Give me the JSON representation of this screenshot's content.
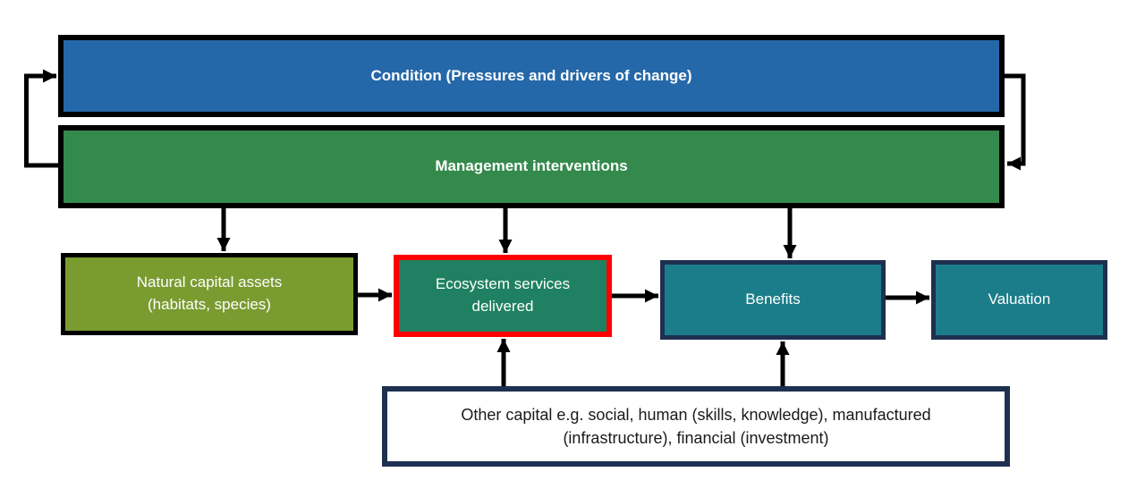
{
  "diagram": {
    "title": "Natural capital and ecosystem services flow diagram",
    "boxes": {
      "condition": {
        "label": "Condition (Pressures and drivers of change)"
      },
      "management": {
        "label": "Management interventions"
      },
      "natural_capital": {
        "label": "Natural capital assets\n(habitats, species)"
      },
      "ecosystem_services": {
        "label": "Ecosystem services\ndelivered"
      },
      "benefits": {
        "label": "Benefits"
      },
      "valuation": {
        "label": "Valuation"
      },
      "other_capital": {
        "label": "Other capital e.g. social, human (skills, knowledge), manufactured\n(infrastructure), financial (investment)"
      }
    },
    "edges": [
      {
        "from": "management",
        "to": "condition",
        "style": "elbow-left-loop"
      },
      {
        "from": "condition",
        "to": "management",
        "style": "elbow-right-loop"
      },
      {
        "from": "management",
        "to": "natural_capital",
        "style": "straight-down"
      },
      {
        "from": "management",
        "to": "ecosystem_services",
        "style": "straight-down"
      },
      {
        "from": "management",
        "to": "benefits",
        "style": "straight-down"
      },
      {
        "from": "natural_capital",
        "to": "ecosystem_services",
        "style": "straight-right"
      },
      {
        "from": "ecosystem_services",
        "to": "benefits",
        "style": "straight-right"
      },
      {
        "from": "benefits",
        "to": "valuation",
        "style": "straight-right"
      },
      {
        "from": "other_capital",
        "to": "ecosystem_services",
        "style": "straight-up"
      },
      {
        "from": "other_capital",
        "to": "benefits",
        "style": "straight-up"
      }
    ],
    "colors": {
      "background": "#FFFFFF",
      "condition_fill": "#2568A9",
      "management_fill": "#348A4C",
      "natural_capital_fill": "#7A9B30",
      "ecosystem_fill": "#1F8161",
      "ecosystem_border": "#FF0000",
      "benefits_fill": "#1B7D89",
      "valuation_fill": "#1B7D89",
      "dark_border": "#000000",
      "navy_border": "#1E3050",
      "arrow": "#000000",
      "text_light": "#FFFFFF",
      "text_dark": "#1A1A1A"
    }
  }
}
